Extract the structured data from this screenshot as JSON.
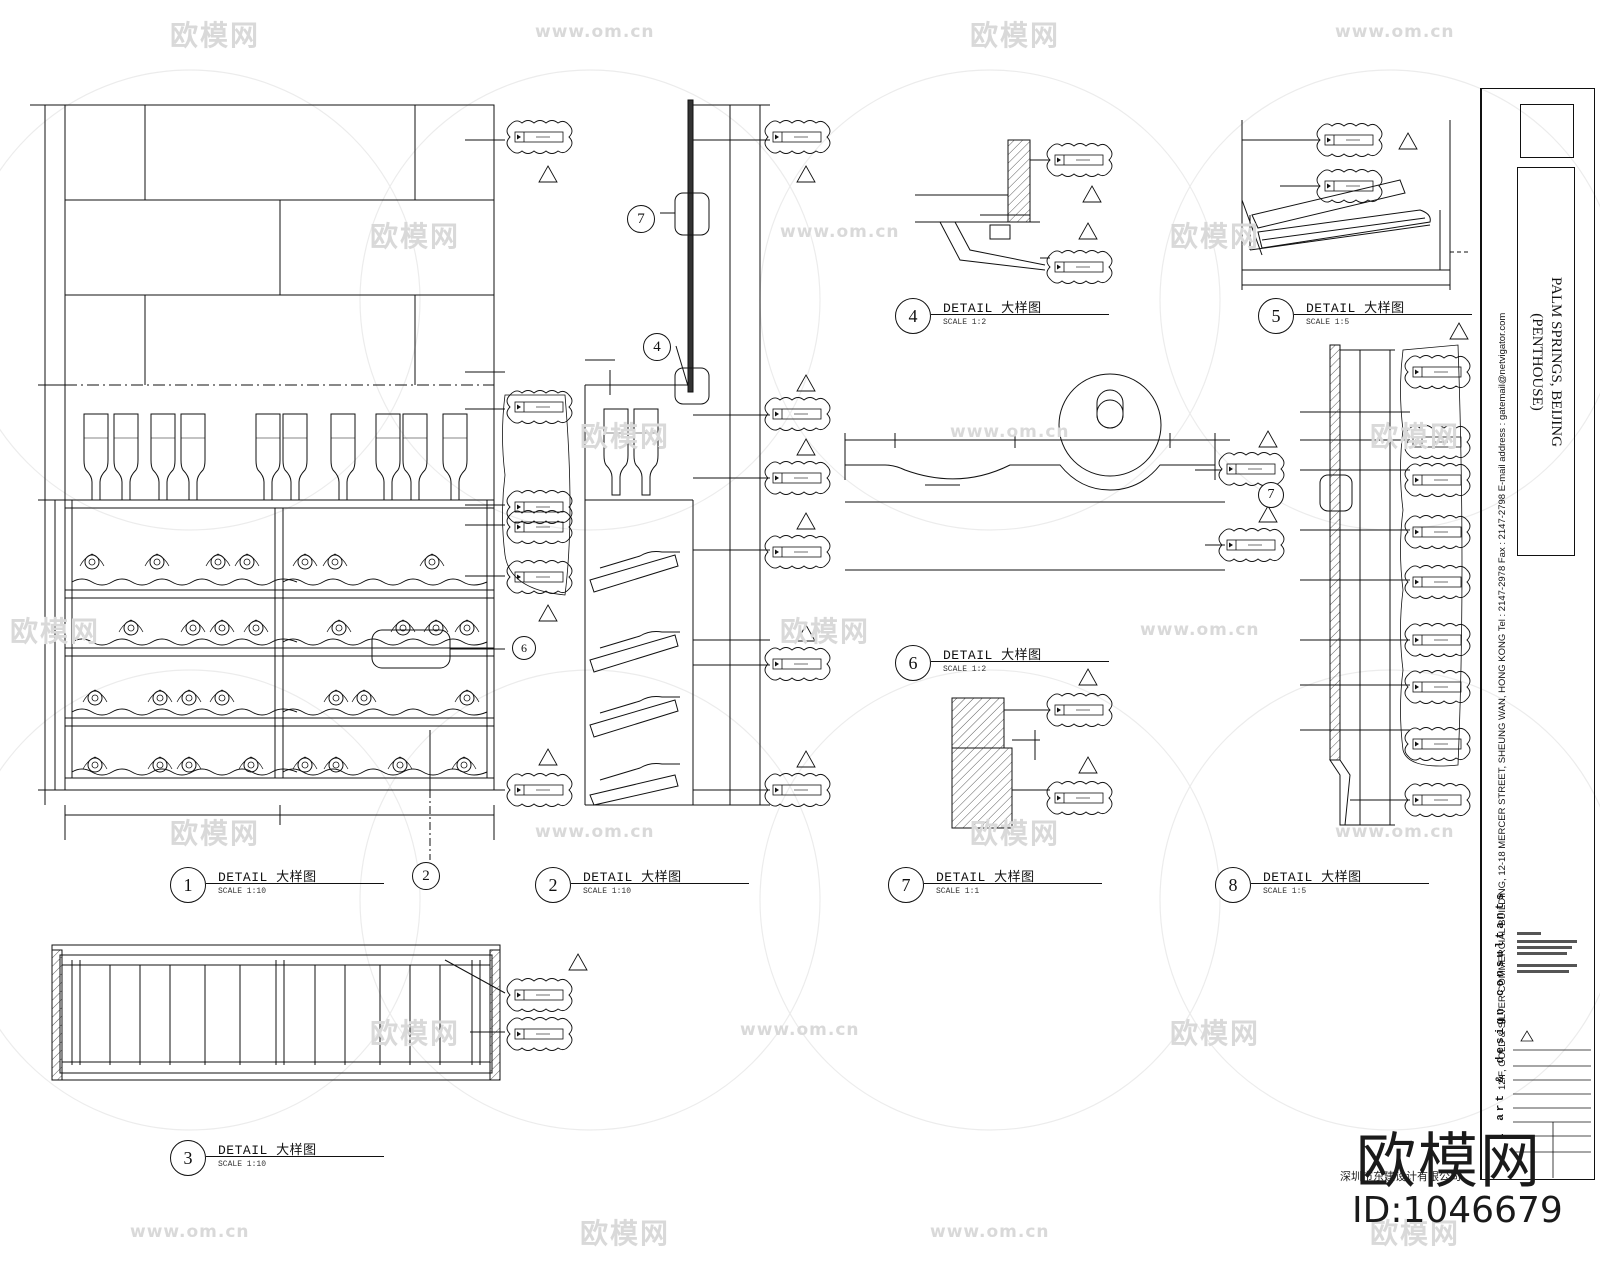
{
  "watermark": {
    "brand_cn": "欧模网",
    "url": "www.om.cn"
  },
  "details": [
    {
      "num": "1",
      "title": "DETAIL  大样图",
      "scale": "SCALE   1:10"
    },
    {
      "num": "2",
      "title": "DETAIL  大样图",
      "scale": "SCALE   1:10"
    },
    {
      "num": "3",
      "title": "DETAIL  大样图",
      "scale": "SCALE   1:10"
    },
    {
      "num": "4",
      "title": "DETAIL  大样图",
      "scale": "SCALE   1:2"
    },
    {
      "num": "5",
      "title": "DETAIL  大样图",
      "scale": "SCALE   1:5"
    },
    {
      "num": "6",
      "title": "DETAIL  大样图",
      "scale": "SCALE   1:2"
    },
    {
      "num": "7",
      "title": "DETAIL  大样图",
      "scale": "SCALE   1:1"
    },
    {
      "num": "8",
      "title": "DETAIL  大样图",
      "scale": "SCALE   1:5"
    }
  ],
  "callouts": {
    "c2": "2",
    "c4": "4",
    "c6": "6",
    "c7a": "7",
    "c7b": "7"
  },
  "title_block": {
    "project": "PALM SPRINGS, BEIJING",
    "project_sub": "(PENTHOUSE)",
    "address": "12/F, GOLD & SILVER COMMERCIAL BUILDING, 12-18 MERCER STREET, SHEUNG WAN, HONG KONG  Tel : 2147-2978  Fax : 2147-2798  E-mail address : gatemail@netvigator.com",
    "company": "L art & design consultants"
  },
  "notes": {
    "bottom_cn": "深圳市东建设计有限公司"
  },
  "brand": {
    "big": "欧模网",
    "id": "ID:1046679"
  }
}
